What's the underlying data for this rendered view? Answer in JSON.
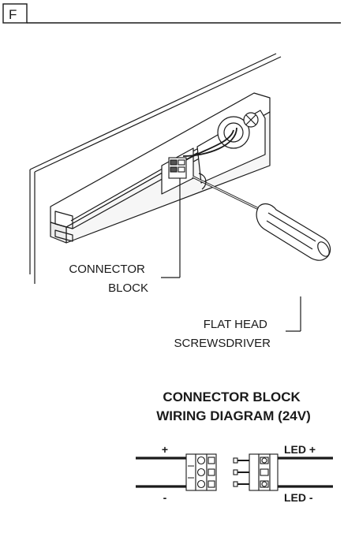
{
  "panel": {
    "letter": "F"
  },
  "labels": {
    "connector_block": [
      "CONNECTOR",
      "BLOCK"
    ],
    "screwdriver": [
      "FLAT HEAD",
      "SCREWSDRIVER"
    ]
  },
  "wiring": {
    "title_lines": [
      "CONNECTOR BLOCK",
      "WIRING DIAGRAM (24V)"
    ],
    "plus": "+",
    "minus": "-",
    "led_plus": "LED +",
    "led_minus": "LED -"
  }
}
